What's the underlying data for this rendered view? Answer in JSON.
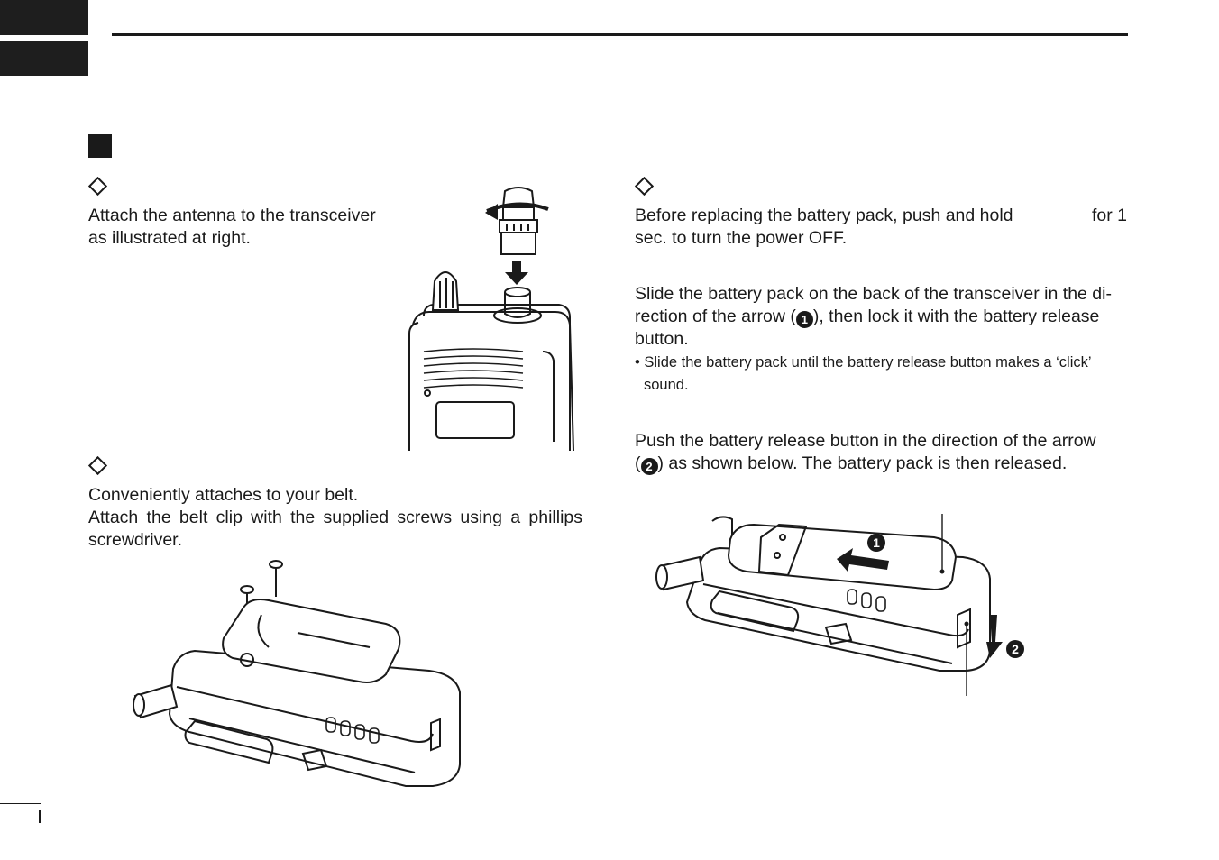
{
  "antenna": {
    "text_line1": "Attach the antenna to the transceiver",
    "text_line2": "as illustrated at right."
  },
  "belt_clip": {
    "text_line1": "Conveniently attaches to your belt.",
    "text_line2": "Attach the belt clip with the supplied screws using a phillips screwdriver."
  },
  "battery": {
    "before_prefix": "Before replacing the battery pack, push and hold",
    "before_suffix": "for 1",
    "before_line2": "sec. to turn the power OFF.",
    "attach_line1": "Slide the battery pack on the back of the transceiver in the di-",
    "attach_line2_pre": "rection of the arrow (",
    "attach_line2_post": "), then lock it with the battery release",
    "attach_line3": "button.",
    "note_line1": "• Slide the battery pack until the battery release button makes a ‘click’",
    "note_line2": "sound.",
    "remove_line1": "Push the battery release button in the direction of the arrow",
    "remove_line2_pre": "(",
    "remove_line2_post": ") as shown below. The battery pack is then released.",
    "marker1": "1",
    "marker2": "2"
  },
  "illustration_markers": {
    "one": "1",
    "two": "2"
  }
}
